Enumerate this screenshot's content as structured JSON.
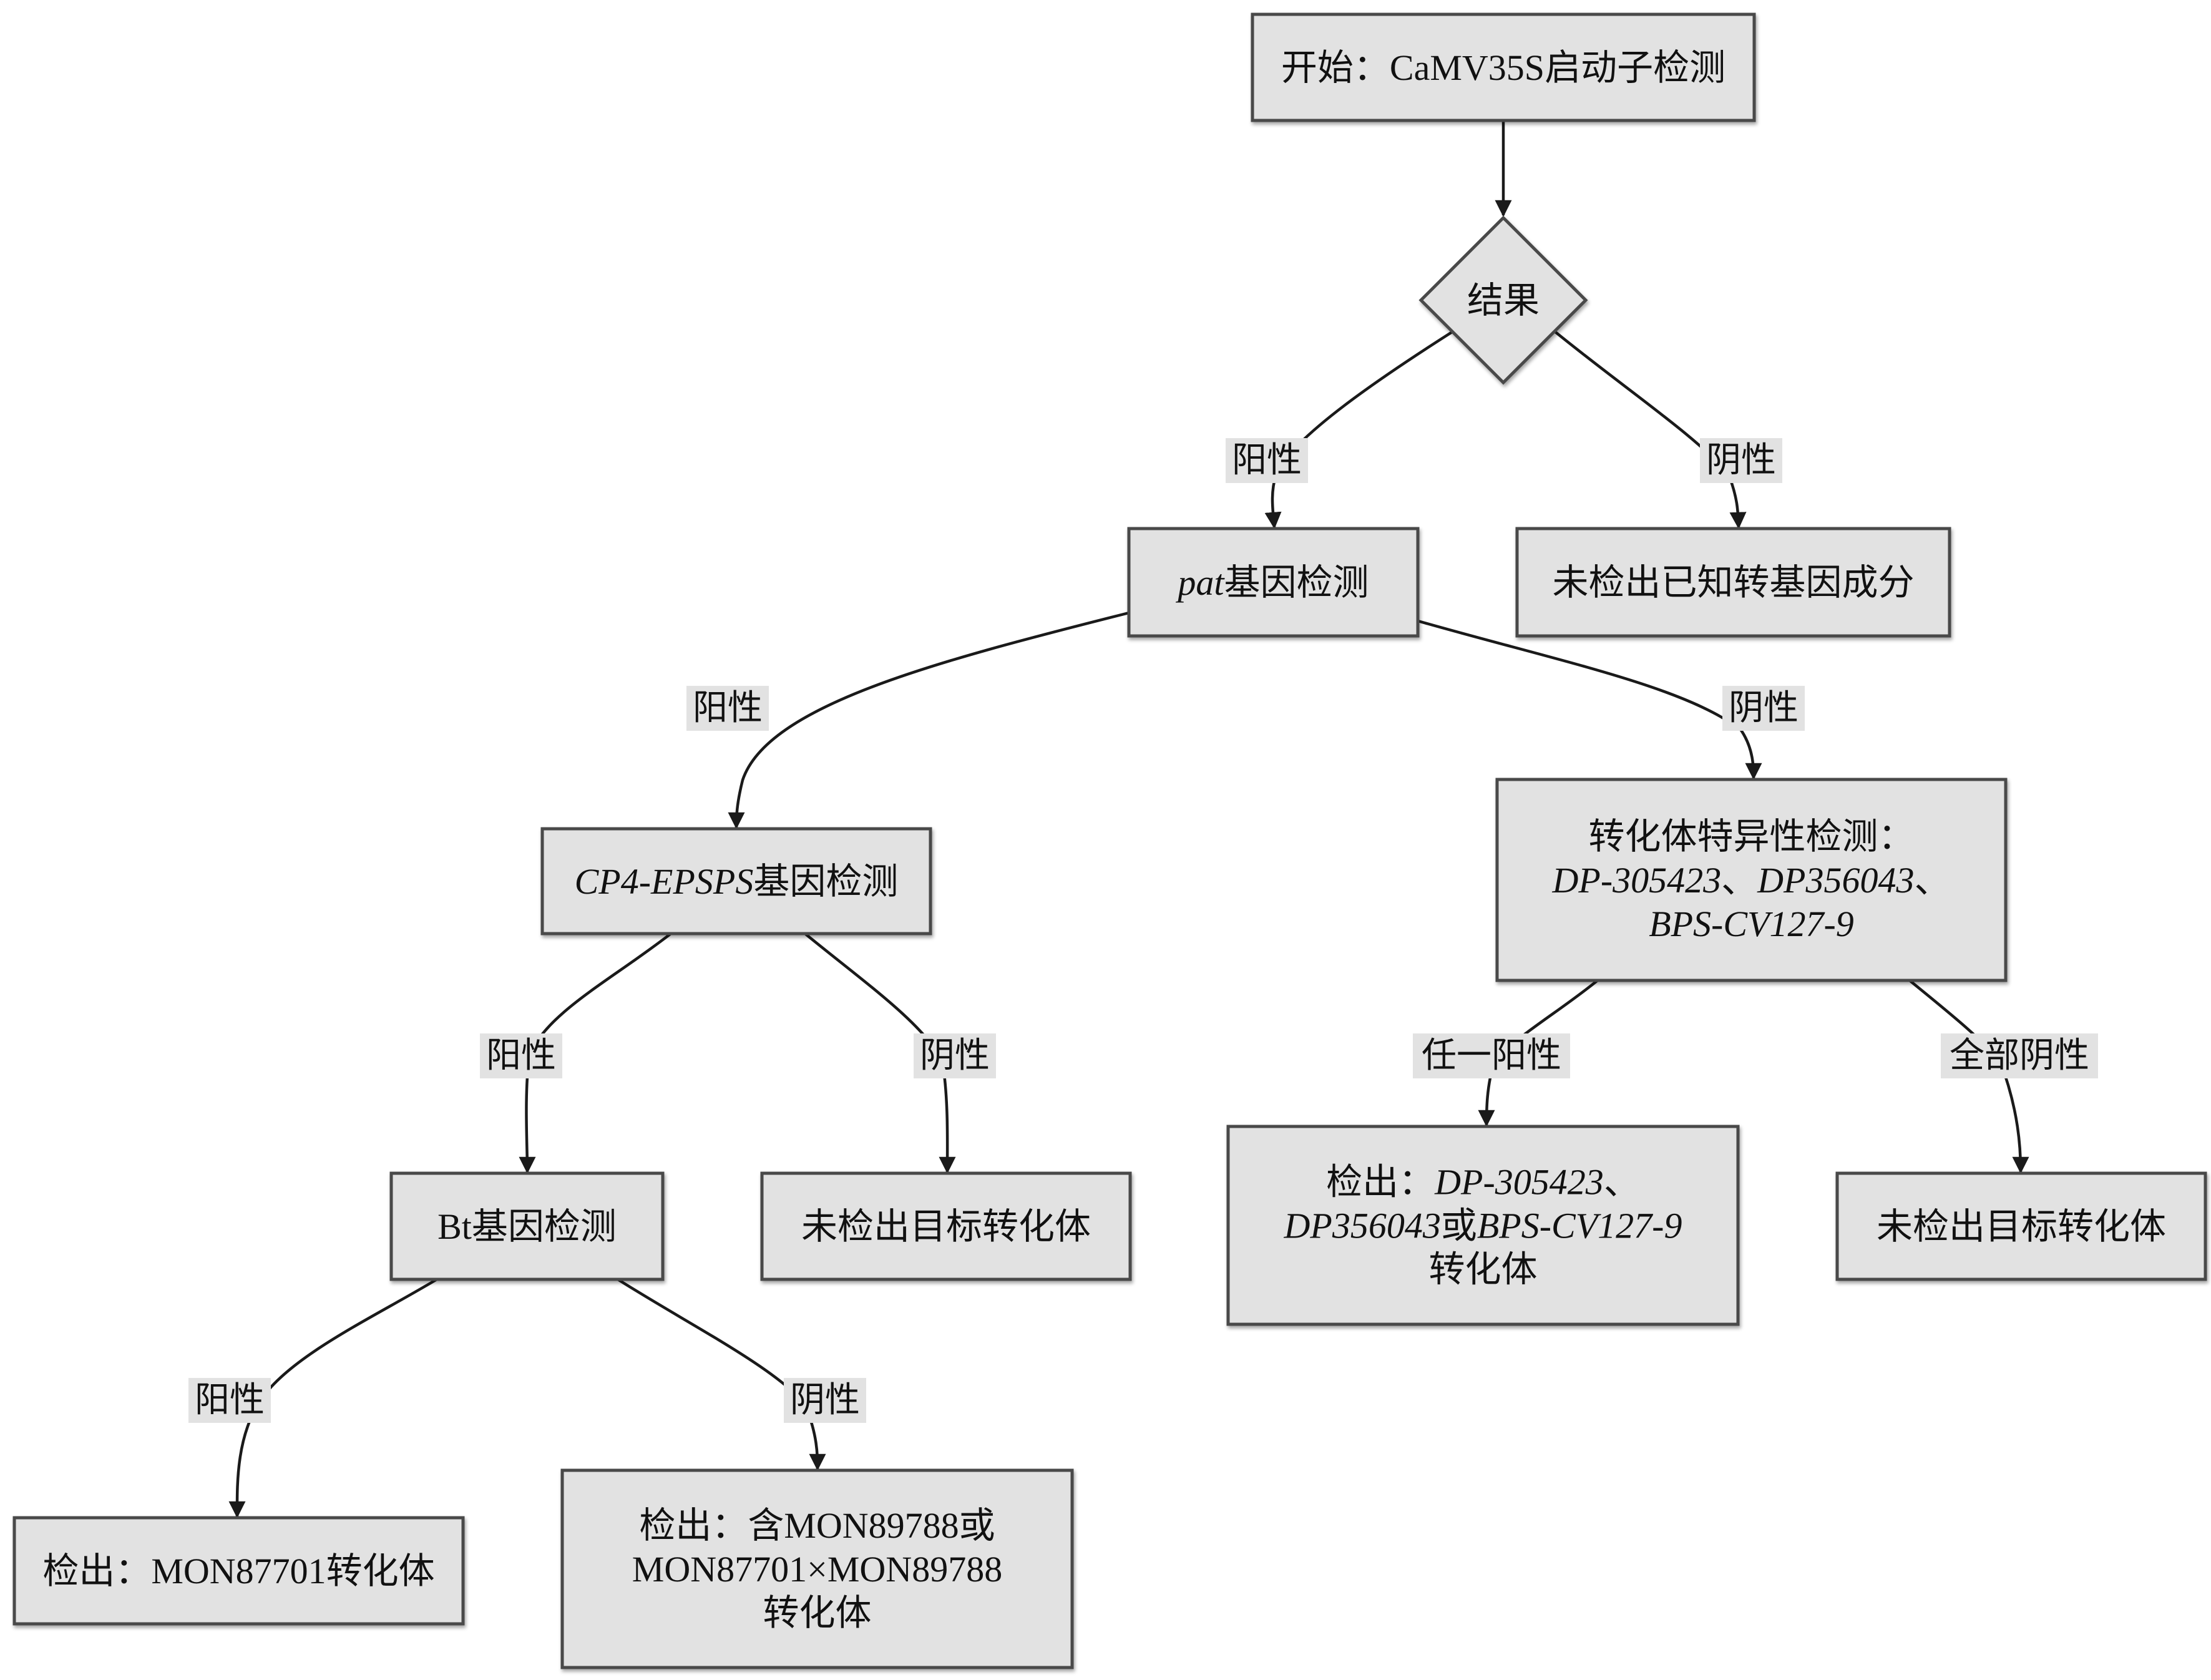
{
  "diagram": {
    "type": "flowchart",
    "nodes": {
      "start": {
        "parts": [
          {
            "t": "开始：CaMV35S启动子检测",
            "i": false
          }
        ]
      },
      "result": {
        "parts": [
          {
            "t": "结果",
            "i": false
          }
        ]
      },
      "pat": {
        "parts": [
          {
            "t": "pat",
            "i": true
          },
          {
            "t": "基因检测",
            "i": false
          }
        ]
      },
      "none_known": {
        "parts": [
          {
            "t": "未检出已知转基因成分",
            "i": false
          }
        ]
      },
      "cp4": {
        "parts": [
          {
            "t": "CP4-EPSPS",
            "i": true
          },
          {
            "t": "基因检测",
            "i": false
          }
        ]
      },
      "event_specific": {
        "lines": [
          [
            {
              "t": "转化体特异性检测：",
              "i": false
            }
          ],
          [
            {
              "t": "DP-305423",
              "i": true
            },
            {
              "t": "、",
              "i": false
            },
            {
              "t": "DP356043",
              "i": true
            },
            {
              "t": "、",
              "i": false
            }
          ],
          [
            {
              "t": "BPS-CV127-9",
              "i": true
            }
          ]
        ]
      },
      "bt": {
        "parts": [
          {
            "t": "Bt基因检测",
            "i": false
          }
        ]
      },
      "no_target_left": {
        "parts": [
          {
            "t": "未检出目标转化体",
            "i": false
          }
        ]
      },
      "detected_dp": {
        "lines": [
          [
            {
              "t": "检出：",
              "i": false
            },
            {
              "t": "DP-305423",
              "i": true
            },
            {
              "t": "、",
              "i": false
            }
          ],
          [
            {
              "t": "DP356043",
              "i": true
            },
            {
              "t": "或",
              "i": false
            },
            {
              "t": "BPS-CV127-9",
              "i": true
            }
          ],
          [
            {
              "t": "转化体",
              "i": false
            }
          ]
        ]
      },
      "no_target_right": {
        "parts": [
          {
            "t": "未检出目标转化体",
            "i": false
          }
        ]
      },
      "mon87701": {
        "parts": [
          {
            "t": "检出：MON87701转化体",
            "i": false
          }
        ]
      },
      "mon89788": {
        "lines": [
          [
            {
              "t": "检出：含MON89788或",
              "i": false
            }
          ],
          [
            {
              "t": "MON87701×MON89788",
              "i": false
            }
          ],
          [
            {
              "t": "转化体",
              "i": false
            }
          ]
        ]
      }
    },
    "edges": [
      {
        "from": "start",
        "to": "result",
        "label": ""
      },
      {
        "from": "result",
        "to": "pat",
        "label": "阳性"
      },
      {
        "from": "result",
        "to": "none_known",
        "label": "阴性"
      },
      {
        "from": "pat",
        "to": "cp4",
        "label": "阳性"
      },
      {
        "from": "pat",
        "to": "event_specific",
        "label": "阴性"
      },
      {
        "from": "cp4",
        "to": "bt",
        "label": "阳性"
      },
      {
        "from": "cp4",
        "to": "no_target_left",
        "label": "阴性"
      },
      {
        "from": "event_specific",
        "to": "detected_dp",
        "label": "任一阳性"
      },
      {
        "from": "event_specific",
        "to": "no_target_right",
        "label": "全部阴性"
      },
      {
        "from": "bt",
        "to": "mon87701",
        "label": "阳性"
      },
      {
        "from": "bt",
        "to": "mon89788",
        "label": "阴性"
      }
    ]
  }
}
